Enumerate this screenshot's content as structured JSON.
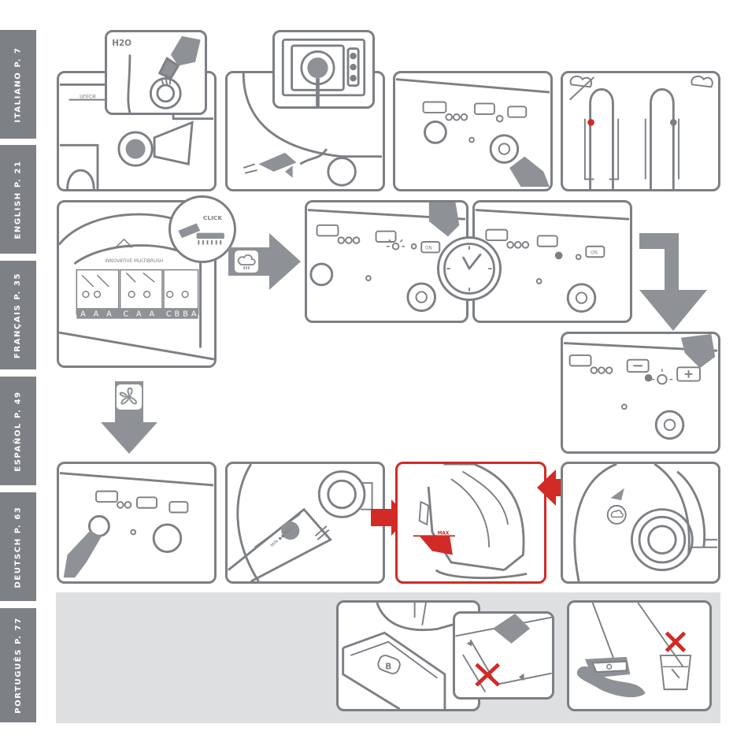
{
  "sidebar": {
    "tabs": [
      {
        "label": "ITALIANO  P. 7"
      },
      {
        "label": "ENGLISH  P. 21"
      },
      {
        "label": "FRANÇAIS  P. 35"
      },
      {
        "label": "ESPAÑOL  P. 49"
      },
      {
        "label": "DEUTSCH  P. 63"
      },
      {
        "label": "PORTUGUÊS  P. 77"
      }
    ]
  },
  "labels": {
    "h2o": "H2O",
    "unice": "unice",
    "click": "CLICK",
    "brush_brand": "INNOVATIVE MULTIBRUSH",
    "on": "ON",
    "min_max": "MIN ◆◆ MAX",
    "max": "MAX",
    "b": "B"
  },
  "brush_table": {
    "letters": [
      "A",
      "A",
      "A",
      "C",
      "A",
      "A",
      "C",
      "B",
      "B",
      "A"
    ]
  },
  "colors": {
    "stroke": "#7c7f83",
    "fill_gray": "#8e9195",
    "accent_red": "#d22a27",
    "tab_bg": "#7d8084",
    "bottom_bg": "#dedfe1"
  }
}
